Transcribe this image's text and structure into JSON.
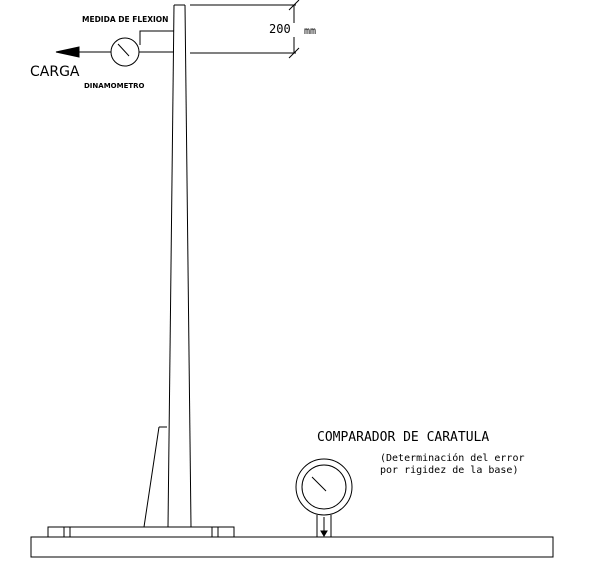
{
  "labels": {
    "medida_flexion": "MEDIDA DE FLEXION",
    "carga": "CARGA",
    "dinamometro": "DINAMOMETRO",
    "dimension_value": "200",
    "dimension_unit": "mm",
    "comparador_title": "COMPARADOR DE CARATULA",
    "comparador_note_line1": "(Determinación del error",
    "comparador_note_line2": "por rigidez de la base)"
  },
  "colors": {
    "line": "#000000",
    "background": "#ffffff"
  },
  "icons": {
    "load_arrow": "arrow-left-icon",
    "gauge": "dial-gauge-icon"
  }
}
